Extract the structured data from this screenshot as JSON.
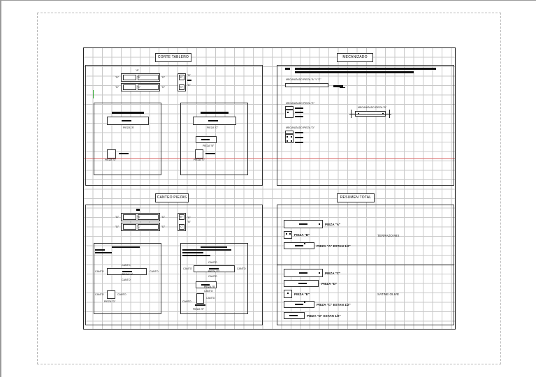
{
  "corte": {
    "title": "CORTE TABLERO",
    "letters": {
      "a1": "\"A\"",
      "d1": "\"D\"",
      "b1": "\"B\"",
      "d2": "\"D\"",
      "e1": "\"E\"",
      "b2": "\"B\"",
      "c1": "\"C\"",
      "d3": "\"D\"",
      "d4": "\"D\"",
      "c2": "\"C\"",
      "e2": "\"E\""
    },
    "pieza_a": "PIEZA \"A\"",
    "pieza_d": "PIEZA \"D\"",
    "pieza_c": "PIEZA \"C\"",
    "pieza_b": "PIEZA \"B\"",
    "pieza_e": "PIEZA \"E\""
  },
  "mecanizado": {
    "title": "MECANIZADO",
    "pieza_ac": "MECANIZADO PIEZA \"A\" Y \"C\"",
    "pieza_e": "MECANIZADO PIEZA \"E\"",
    "pieza_d": "MECANIZADO PIEZA \"D\"",
    "pieza_b": "MECANIZADO PIEZA \"B\""
  },
  "canteo": {
    "title": "CANTEO PIEZAS",
    "letters": {
      "d1": "\"D\"",
      "b1": "\"B\"",
      "d2": "\"D\"",
      "e1": "\"E\"",
      "e2": "\"E\"",
      "b2": "\"B\"",
      "c1": "\"C\"",
      "d3": "\"D\"",
      "d4": "\"D\"",
      "c2": "\"C\""
    },
    "canto": "CANTO",
    "pieza_a": "PIEZA \"A\"",
    "pieza_d": "PIEZA \"D\"",
    "pieza_c": "PIEZA \"C\"",
    "pieza_b": "PIEZA \"B\"",
    "pieza_e": "PIEZA \"E\""
  },
  "resumen": {
    "title": "RESUMEN TOTAL",
    "pieza_a": "PIEZA \"A\"",
    "pieza_b": "PIEZA \"B\"",
    "pieza_a_estan": "PIEZA \"A\" ESTAN 1/2\"",
    "group1": "TERRAZO MIX",
    "pieza_c": "PIEZA \"C\"",
    "pieza_d": "PIEZA \"D\"",
    "pieza_e": "PIEZA \"E\"",
    "pieza_c_estan": "PIEZA \"C\" ESTAN 1/2\"",
    "pieza_d_estan": "PIEZA \"D\" ESTAN 1/2\"",
    "group2": "SATINE OLIVE"
  }
}
